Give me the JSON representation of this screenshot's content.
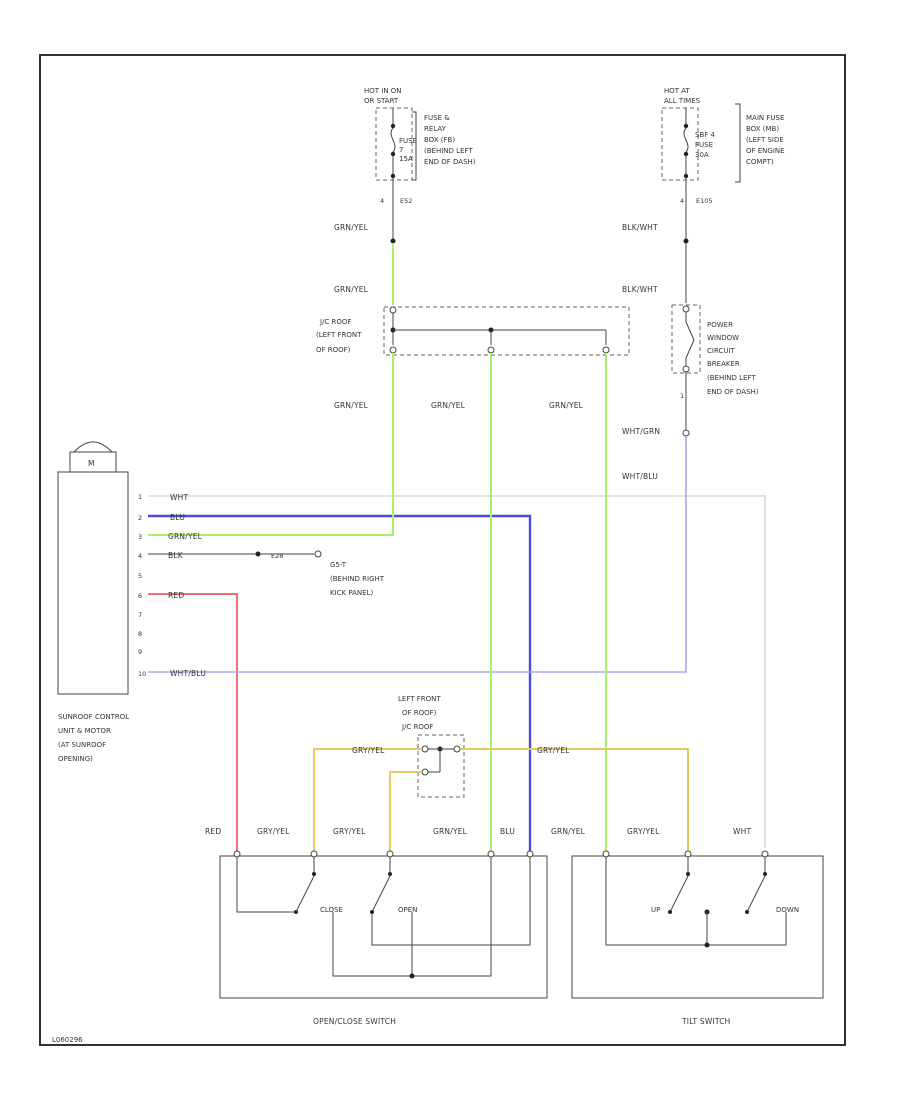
{
  "colors": {
    "grn_yel": "#a8f06a",
    "blu": "#4a4adc",
    "red": "#f07070",
    "gry_yel": "#e8c860",
    "wht": "#d0d0d0",
    "wht_blu": "#a8a8ec",
    "blk": "#555555"
  },
  "power": {
    "left_hot": [
      "HOT IN ON",
      "OR START"
    ],
    "left_fuse_box": [
      "FUSE &",
      "RELAY",
      "BOX (FB)",
      "(BEHIND LEFT",
      "END OF DASH)"
    ],
    "left_fuse": [
      "FUSE",
      "7",
      "15A"
    ],
    "left_conn": "E52",
    "right_hot": [
      "HOT AT",
      "ALL TIMES"
    ],
    "right_fuse_box": [
      "MAIN FUSE",
      "BOX (MB)",
      "(LEFT SIDE",
      "OF ENGINE",
      "COMPT)"
    ],
    "right_fuse": [
      "SBF 4",
      "FUSE",
      "30A"
    ],
    "right_conn": "E105"
  },
  "wires": {
    "grn_yel": "GRN/YEL",
    "blk_wht": "BLK/WHT",
    "wht_grn": "WHT/GRN",
    "wht_blu": "WHT/BLU",
    "wht": "WHT",
    "blu": "BLU",
    "blk": "BLK",
    "red": "RED",
    "gry_yel": "GRY/YEL"
  },
  "joint_connector": [
    "J/C ROOF",
    "(LEFT FRONT",
    "OF ROOF)"
  ],
  "circuit_breaker": [
    "POWER",
    "WINDOW",
    "CIRCUIT",
    "BREAKER",
    "(BEHIND LEFT",
    "END OF DASH)"
  ],
  "ground": {
    "label": [
      "G5-T",
      "(BEHIND RIGHT",
      "KICK PANEL)"
    ],
    "conn": "E28"
  },
  "control_unit": {
    "motor": "M",
    "label": [
      "SUNROOF CONTROL",
      "UNIT & MOTOR",
      "(AT SUNROOF",
      "OPENING)"
    ],
    "pins": [
      "1",
      "2",
      "3",
      "4",
      "5",
      "6",
      "7",
      "8",
      "9",
      "10"
    ]
  },
  "roof_jc": [
    "LEFT FRONT",
    "OF ROOF)",
    "J/C ROOF"
  ],
  "switches": {
    "open_close": "OPEN/CLOSE SWITCH",
    "close": "CLOSE",
    "open": "OPEN",
    "tilt": "TILT SWITCH",
    "up": "UP",
    "down": "DOWN"
  },
  "footer_code": "L060296"
}
